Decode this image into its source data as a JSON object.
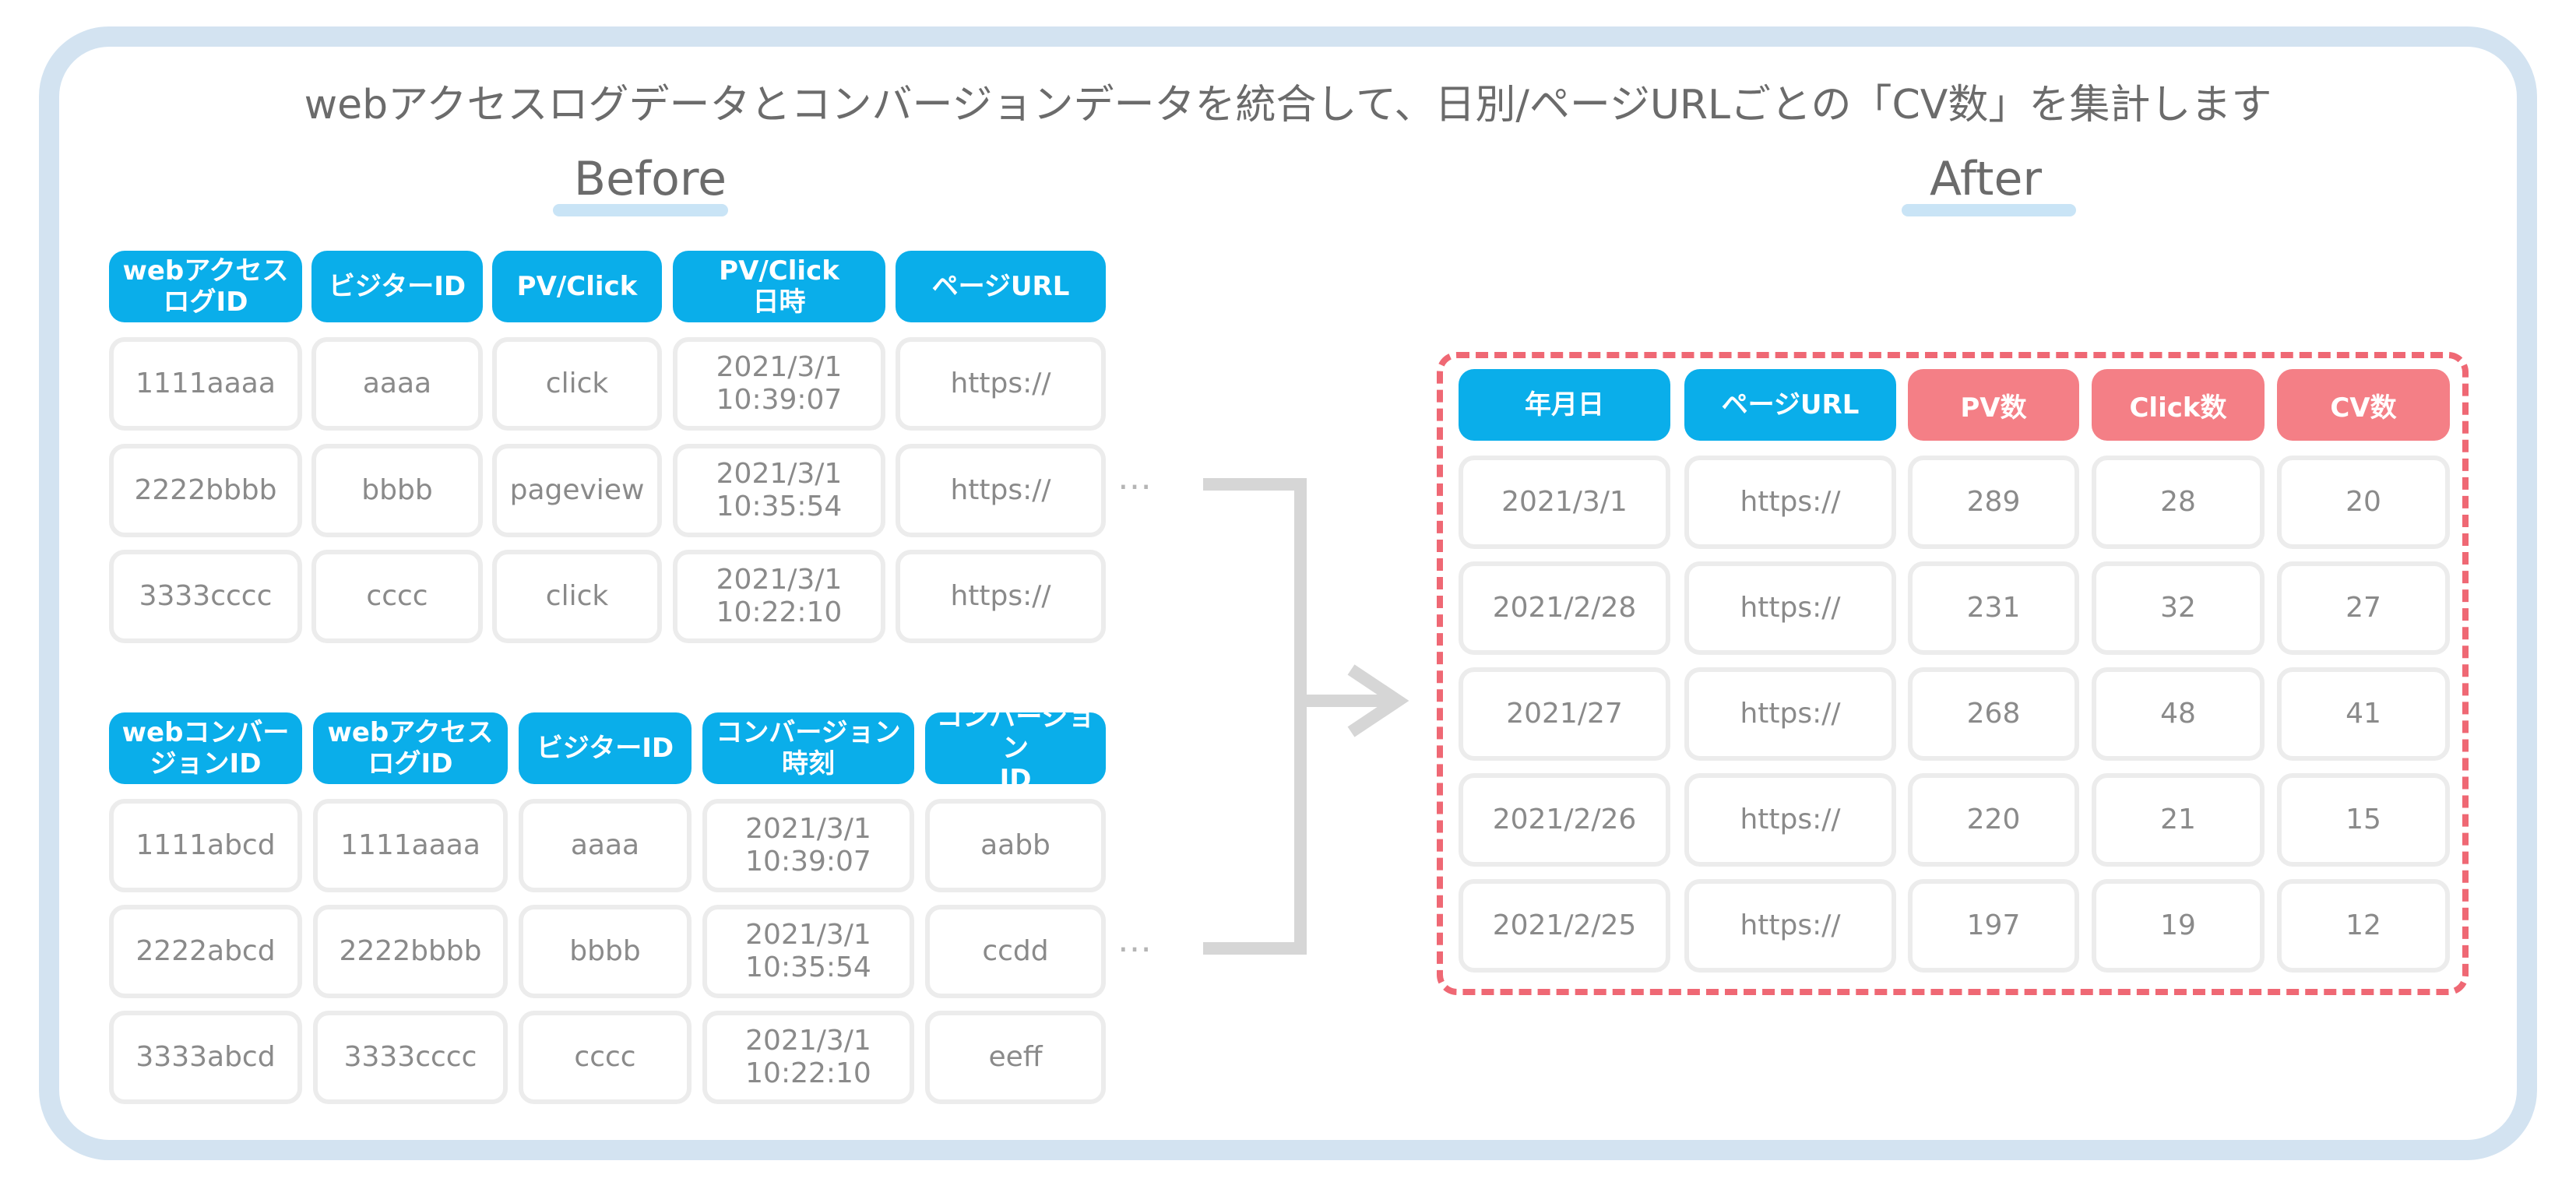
{
  "title": "webアクセスログデータとコンバージョンデータを統合して、日別/ページURLごとの「CV数」を集計します",
  "before_label": "Before",
  "after_label": "After",
  "access_log": {
    "headers": [
      "webアクセス\nログID",
      "ビジターID",
      "PV/Click",
      "PV/Click\n日時",
      "ページURL"
    ],
    "rows": [
      [
        "1111aaaa",
        "aaaa",
        "click",
        "2021/3/1\n10:39:07",
        "https://"
      ],
      [
        "2222bbbb",
        "bbbb",
        "pageview",
        "2021/3/1\n10:35:54",
        "https://"
      ],
      [
        "3333cccc",
        "cccc",
        "click",
        "2021/3/1\n10:22:10",
        "https://"
      ]
    ]
  },
  "conversion": {
    "headers": [
      "webコンバー\nジョンID",
      "webアクセス\nログID",
      "ビジターID",
      "コンバージョン\n時刻",
      "コンバージョン\nID"
    ],
    "rows": [
      [
        "1111abcd",
        "1111aaaa",
        "aaaa",
        "2021/3/1\n10:39:07",
        "aabb"
      ],
      [
        "2222abcd",
        "2222bbbb",
        "bbbb",
        "2021/3/1\n10:35:54",
        "ccdd"
      ],
      [
        "3333abcd",
        "3333cccc",
        "cccc",
        "2021/3/1\n10:22:10",
        "eeff"
      ]
    ]
  },
  "ellipsis": "…",
  "result": {
    "headers": [
      "年月日",
      "ページURL",
      "PV数",
      "Click数",
      "CV数"
    ],
    "rows": [
      [
        "2021/3/1",
        "https://",
        "289",
        "28",
        "20"
      ],
      [
        "2021/2/28",
        "https://",
        "231",
        "32",
        "27"
      ],
      [
        "2021/27",
        "https://",
        "268",
        "48",
        "41"
      ],
      [
        "2021/2/26",
        "https://",
        "220",
        "21",
        "15"
      ],
      [
        "2021/2/25",
        "https://",
        "197",
        "19",
        "12"
      ]
    ]
  },
  "colors": {
    "header_blue": "#0aaeea",
    "header_pink": "#f47f86",
    "frame": "#d3e3f1",
    "dash": "#ef6874"
  }
}
